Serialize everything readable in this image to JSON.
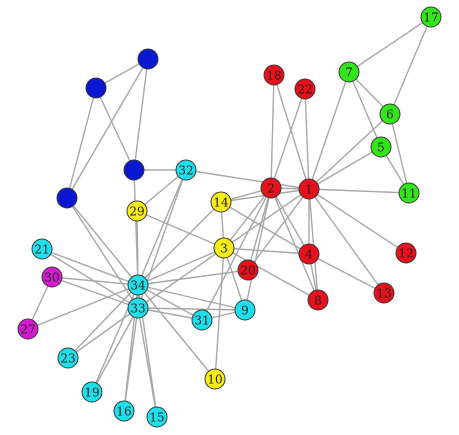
{
  "graph": {
    "colors": {
      "red": "#e8101a",
      "green": "#33e61a",
      "blue": "#0b18d2",
      "cyan": "#1ee0ec",
      "yellow": "#f7ec14",
      "magenta": "#d61ad2"
    },
    "nodes": [
      {
        "id": "n1",
        "label": "1",
        "color": "red"
      },
      {
        "id": "n2",
        "label": "2",
        "color": "red"
      },
      {
        "id": "n3",
        "label": "3",
        "color": "yellow"
      },
      {
        "id": "n4",
        "label": "4",
        "color": "red"
      },
      {
        "id": "n5",
        "label": "5",
        "color": "green"
      },
      {
        "id": "n6",
        "label": "6",
        "color": "green"
      },
      {
        "id": "n7",
        "label": "7",
        "color": "green"
      },
      {
        "id": "n8",
        "label": "8",
        "color": "red"
      },
      {
        "id": "n9",
        "label": "9",
        "color": "cyan"
      },
      {
        "id": "n10",
        "label": "10",
        "color": "yellow"
      },
      {
        "id": "n11",
        "label": "11",
        "color": "green"
      },
      {
        "id": "n12",
        "label": "12",
        "color": "red"
      },
      {
        "id": "n13",
        "label": "13",
        "color": "red"
      },
      {
        "id": "n14",
        "label": "14",
        "color": "yellow"
      },
      {
        "id": "n15",
        "label": "15",
        "color": "cyan"
      },
      {
        "id": "n16",
        "label": "16",
        "color": "cyan"
      },
      {
        "id": "n17",
        "label": "17",
        "color": "green"
      },
      {
        "id": "n18",
        "label": "18",
        "color": "red"
      },
      {
        "id": "n19",
        "label": "19",
        "color": "cyan"
      },
      {
        "id": "n20",
        "label": "20",
        "color": "red"
      },
      {
        "id": "n21",
        "label": "21",
        "color": "cyan"
      },
      {
        "id": "n22",
        "label": "22",
        "color": "red"
      },
      {
        "id": "n23",
        "label": "23",
        "color": "cyan"
      },
      {
        "id": "n27",
        "label": "27",
        "color": "magenta"
      },
      {
        "id": "n29",
        "label": "29",
        "color": "yellow"
      },
      {
        "id": "n30",
        "label": "30",
        "color": "magenta"
      },
      {
        "id": "n31",
        "label": "31",
        "color": "cyan"
      },
      {
        "id": "n32",
        "label": "32",
        "color": "cyan"
      },
      {
        "id": "n33",
        "label": "33",
        "color": "cyan"
      },
      {
        "id": "n34",
        "label": "34",
        "color": "cyan"
      },
      {
        "id": "b1",
        "label": "",
        "color": "blue"
      },
      {
        "id": "b2",
        "label": "",
        "color": "blue"
      },
      {
        "id": "b3",
        "label": "",
        "color": "blue"
      },
      {
        "id": "b4",
        "label": "",
        "color": "blue"
      }
    ],
    "edges": [
      [
        "n1",
        "n2"
      ],
      [
        "n1",
        "n3"
      ],
      [
        "n1",
        "n4"
      ],
      [
        "n1",
        "n5"
      ],
      [
        "n1",
        "n6"
      ],
      [
        "n1",
        "n7"
      ],
      [
        "n1",
        "n8"
      ],
      [
        "n1",
        "n11"
      ],
      [
        "n1",
        "n12"
      ],
      [
        "n1",
        "n13"
      ],
      [
        "n1",
        "n14"
      ],
      [
        "n1",
        "n18"
      ],
      [
        "n1",
        "n20"
      ],
      [
        "n1",
        "n22"
      ],
      [
        "n1",
        "n32"
      ],
      [
        "n2",
        "n3"
      ],
      [
        "n2",
        "n4"
      ],
      [
        "n2",
        "n8"
      ],
      [
        "n2",
        "n14"
      ],
      [
        "n2",
        "n18"
      ],
      [
        "n2",
        "n20"
      ],
      [
        "n2",
        "n22"
      ],
      [
        "n2",
        "n31"
      ],
      [
        "n2",
        "n9"
      ],
      [
        "n3",
        "n4"
      ],
      [
        "n3",
        "n8"
      ],
      [
        "n3",
        "n9"
      ],
      [
        "n3",
        "n10"
      ],
      [
        "n3",
        "n14"
      ],
      [
        "n3",
        "n29"
      ],
      [
        "n3",
        "n33"
      ],
      [
        "n3",
        "n34"
      ],
      [
        "n4",
        "n8"
      ],
      [
        "n4",
        "n13"
      ],
      [
        "n4",
        "n14"
      ],
      [
        "n5",
        "n7"
      ],
      [
        "n5",
        "n11"
      ],
      [
        "n6",
        "n7"
      ],
      [
        "n6",
        "n11"
      ],
      [
        "n6",
        "n17"
      ],
      [
        "n7",
        "n17"
      ],
      [
        "n9",
        "n31"
      ],
      [
        "n9",
        "n33"
      ],
      [
        "n9",
        "n34"
      ],
      [
        "n10",
        "n34"
      ],
      [
        "n14",
        "n34"
      ],
      [
        "n20",
        "n34"
      ],
      [
        "n15",
        "n33"
      ],
      [
        "n15",
        "n34"
      ],
      [
        "n16",
        "n33"
      ],
      [
        "n16",
        "n34"
      ],
      [
        "n19",
        "n33"
      ],
      [
        "n19",
        "n34"
      ],
      [
        "n21",
        "n33"
      ],
      [
        "n21",
        "n34"
      ],
      [
        "n23",
        "n33"
      ],
      [
        "n23",
        "n34"
      ],
      [
        "n27",
        "n30"
      ],
      [
        "n27",
        "n34"
      ],
      [
        "n29",
        "n32"
      ],
      [
        "n29",
        "n34"
      ],
      [
        "n30",
        "n33"
      ],
      [
        "n30",
        "n34"
      ],
      [
        "n31",
        "n33"
      ],
      [
        "n31",
        "n34"
      ],
      [
        "n32",
        "n33"
      ],
      [
        "n32",
        "n34"
      ],
      [
        "n33",
        "n34"
      ],
      [
        "b1",
        "b2"
      ],
      [
        "b1",
        "b3"
      ],
      [
        "b2",
        "b3"
      ],
      [
        "b2",
        "b4"
      ],
      [
        "b1",
        "b4"
      ],
      [
        "b3",
        "n32"
      ],
      [
        "b3",
        "n34"
      ],
      [
        "b4",
        "n34"
      ],
      [
        "b4",
        "n33"
      ]
    ]
  }
}
